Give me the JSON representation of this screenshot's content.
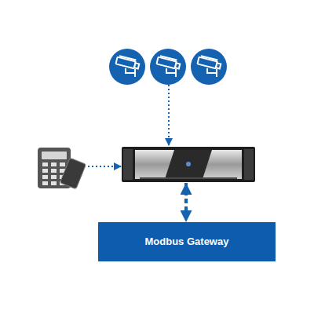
{
  "diagram": {
    "nodes": [
      {
        "text": []
      },
      {
        "text": []
      },
      {
        "text": []
      },
      {
        "text": [
          "Modbus Gateway"
        ]
      }
    ],
    "edges": [
      {
        "from": 0,
        "to": 2,
        "arrow": "to"
      },
      {
        "from": 1,
        "to": 2,
        "arrow": "to"
      },
      {
        "from": 2,
        "to": 3,
        "arrow": "both"
      }
    ]
  }
}
